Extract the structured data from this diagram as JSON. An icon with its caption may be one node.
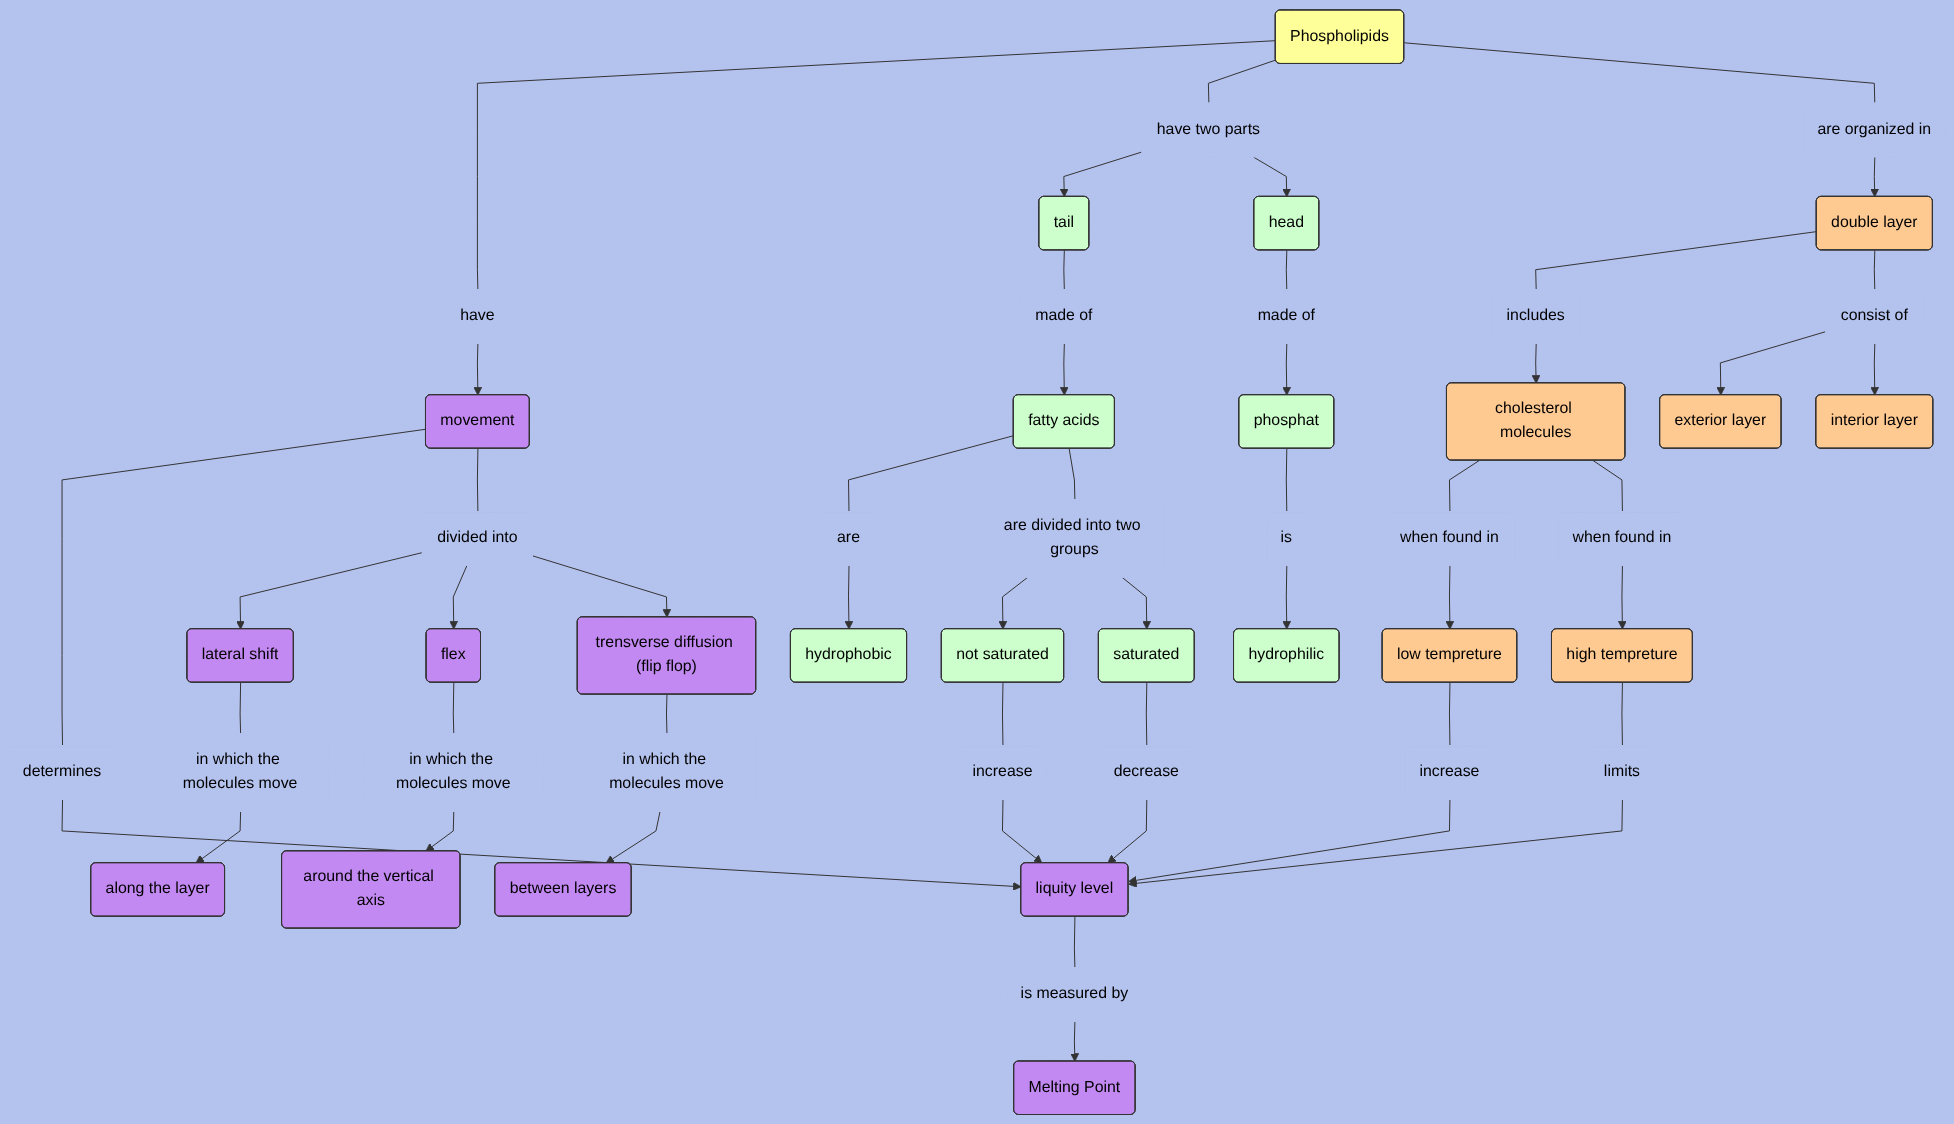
{
  "diagram": {
    "nodes": [
      {
        "text": [
          "Phospholipids"
        ]
      },
      {
        "text": [
          "liquity level"
        ]
      },
      {
        "text": [
          "is measured by"
        ]
      },
      {
        "text": [
          "Melting Point"
        ]
      },
      {
        "text": [
          "have"
        ]
      },
      {
        "text": [
          "have two parts"
        ]
      },
      {
        "text": [
          "are organized in"
        ]
      },
      {
        "text": [
          "double layer"
        ]
      },
      {
        "text": [
          "determines"
        ]
      },
      {
        "text": [
          "movement"
        ]
      },
      {
        "text": [
          "includes"
        ]
      },
      {
        "text": [
          "consist of"
        ]
      },
      {
        "text": [
          "divided into"
        ]
      },
      {
        "text": [
          "tail"
        ]
      },
      {
        "text": [
          "head"
        ]
      },
      {
        "text": [
          "cholesterol molecules"
        ]
      },
      {
        "text": [
          "exterior layer"
        ]
      },
      {
        "text": [
          "interior layer"
        ]
      },
      {
        "text": [
          "lateral shift"
        ]
      },
      {
        "text": [
          "flex"
        ]
      },
      {
        "text": [
          "trensverse diffusion (flip flop)"
        ]
      },
      {
        "text": [
          "made of"
        ]
      },
      {
        "text": [
          "made of"
        ]
      },
      {
        "text": [
          "when found in"
        ]
      },
      {
        "text": [
          "when found in"
        ]
      },
      {
        "text": [
          "in which the molecules move"
        ]
      },
      {
        "text": [
          "in which the molecules move"
        ]
      },
      {
        "text": [
          "in which the molecules move"
        ]
      },
      {
        "text": [
          "fatty acids"
        ]
      },
      {
        "text": [
          "phosphat"
        ]
      },
      {
        "text": [
          "are"
        ]
      },
      {
        "text": [
          "is"
        ]
      },
      {
        "text": [
          "along the layer"
        ]
      },
      {
        "text": [
          "hydrophobic"
        ]
      },
      {
        "text": [
          "hydrophilic"
        ]
      },
      {
        "text": [
          "low tempreture"
        ]
      },
      {
        "text": [
          "high tempreture"
        ]
      },
      {
        "text": [
          "between layers"
        ]
      },
      {
        "text": [
          "around the vertical axis"
        ]
      },
      {
        "text": [
          "are divided into two groups"
        ]
      },
      {
        "text": [
          "not saturated"
        ]
      },
      {
        "text": [
          "saturated"
        ]
      },
      {
        "text": [
          "increase"
        ]
      },
      {
        "text": [
          "decrease"
        ]
      },
      {
        "text": [
          "increase"
        ]
      },
      {
        "text": [
          "limits"
        ]
      }
    ],
    "edges": [
      {
        "from": 1,
        "to": 2,
        "arrow": "none"
      },
      {
        "from": 2,
        "to": 3,
        "arrow": "to"
      },
      {
        "from": 0,
        "to": 4,
        "arrow": "none"
      },
      {
        "from": 4,
        "to": 9,
        "arrow": "to"
      },
      {
        "from": 0,
        "to": 5,
        "arrow": "none"
      },
      {
        "from": 5,
        "to": 13,
        "arrow": "to"
      },
      {
        "from": 5,
        "to": 14,
        "arrow": "to"
      },
      {
        "from": 0,
        "to": 6,
        "arrow": "none"
      },
      {
        "from": 6,
        "to": 7,
        "arrow": "to"
      },
      {
        "from": 9,
        "to": 8,
        "arrow": "none"
      },
      {
        "from": 8,
        "to": 1,
        "arrow": "to"
      },
      {
        "from": 7,
        "to": 10,
        "arrow": "none"
      },
      {
        "from": 10,
        "to": 15,
        "arrow": "to"
      },
      {
        "from": 7,
        "to": 11,
        "arrow": "none"
      },
      {
        "from": 11,
        "to": 16,
        "arrow": "to"
      },
      {
        "from": 11,
        "to": 17,
        "arrow": "to"
      },
      {
        "from": 9,
        "to": 12,
        "arrow": "none"
      },
      {
        "from": 12,
        "to": 18,
        "arrow": "to"
      },
      {
        "from": 12,
        "to": 19,
        "arrow": "to"
      },
      {
        "from": 12,
        "to": 20,
        "arrow": "to"
      },
      {
        "from": 13,
        "to": 21,
        "arrow": "none"
      },
      {
        "from": 21,
        "to": 28,
        "arrow": "to"
      },
      {
        "from": 14,
        "to": 22,
        "arrow": "none"
      },
      {
        "from": 22,
        "to": 29,
        "arrow": "to"
      },
      {
        "from": 15,
        "to": 23,
        "arrow": "none"
      },
      {
        "from": 23,
        "to": 35,
        "arrow": "to"
      },
      {
        "from": 15,
        "to": 24,
        "arrow": "none"
      },
      {
        "from": 24,
        "to": 36,
        "arrow": "to"
      },
      {
        "from": 18,
        "to": 25,
        "arrow": "none"
      },
      {
        "from": 25,
        "to": 32,
        "arrow": "to"
      },
      {
        "from": 19,
        "to": 26,
        "arrow": "none"
      },
      {
        "from": 26,
        "to": 38,
        "arrow": "to"
      },
      {
        "from": 20,
        "to": 27,
        "arrow": "none"
      },
      {
        "from": 27,
        "to": 37,
        "arrow": "to"
      },
      {
        "from": 28,
        "to": 30,
        "arrow": "none"
      },
      {
        "from": 30,
        "to": 33,
        "arrow": "to"
      },
      {
        "from": 29,
        "to": 31,
        "arrow": "none"
      },
      {
        "from": 31,
        "to": 34,
        "arrow": "to"
      },
      {
        "from": 28,
        "to": 39,
        "arrow": "none"
      },
      {
        "from": 39,
        "to": 40,
        "arrow": "to"
      },
      {
        "from": 39,
        "to": 41,
        "arrow": "to"
      },
      {
        "from": 40,
        "to": 42,
        "arrow": "none"
      },
      {
        "from": 42,
        "to": 1,
        "arrow": "to"
      },
      {
        "from": 41,
        "to": 43,
        "arrow": "none"
      },
      {
        "from": 43,
        "to": 1,
        "arrow": "to"
      },
      {
        "from": 35,
        "to": 44,
        "arrow": "none"
      },
      {
        "from": 44,
        "to": 1,
        "arrow": "to"
      },
      {
        "from": 36,
        "to": 45,
        "arrow": "none"
      },
      {
        "from": 45,
        "to": 1,
        "arrow": "to"
      }
    ]
  }
}
